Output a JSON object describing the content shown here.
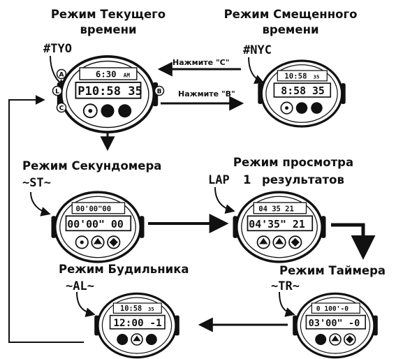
{
  "modes": {
    "current_time": {
      "title_line1": "Режим Текущего",
      "title_line2": "времени",
      "code": "TYO",
      "lcd_top": "6:30",
      "lcd_top_small": "AM",
      "lcd_main": "P10:58 35",
      "buttons": {
        "a": "A",
        "l": "L",
        "c": "C",
        "b": "B"
      }
    },
    "shifted_time": {
      "title_line1": "Режим Смещенного",
      "title_line2": "времени",
      "code": "NYC",
      "lcd_top": "10:58",
      "lcd_top_small": "35",
      "lcd_main": "8:58 35"
    },
    "stopwatch": {
      "title": "Режим Секундомера",
      "code": "ST",
      "lcd_top": "00'00\"00",
      "lcd_main": "00'00\" 00"
    },
    "recall": {
      "title_line1": "Режим просмотра",
      "code": "LAP",
      "lap_number": "1",
      "title_line2": "результатов",
      "lcd_top": "04 35 21",
      "lcd_main": "04'35\" 21"
    },
    "alarm": {
      "title": "Режим Будильника",
      "code": "AL",
      "lcd_top": "10:58",
      "lcd_top_small": "35",
      "lcd_main": "12:00 -1"
    },
    "timer": {
      "title": "Режим Таймера",
      "code": "TR",
      "lcd_top": "0 100'-0",
      "lcd_main": "03'00\" -0"
    }
  },
  "transitions": {
    "press_c": "Нажмите \"C\"",
    "press_b": "Нажмите \"B\""
  }
}
